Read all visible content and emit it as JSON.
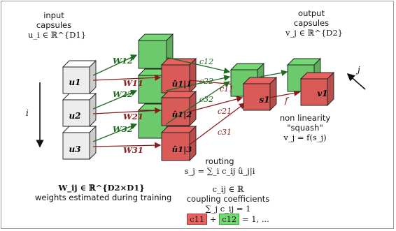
{
  "labels": {
    "input_capsules_1": "input",
    "input_capsules_2": "capsules",
    "input_formula": "u_i ∈ ℝ^{D1}",
    "output_capsules_1": "output",
    "output_capsules_2": "capsules",
    "output_formula": "v_j ∈ ℝ^{D2}",
    "axis_i": "i",
    "axis_j": "j",
    "routing_title": "routing",
    "routing_formula": "s_j = ∑_i c_ij û_j|i",
    "nonlin_1": "non linearity",
    "nonlin_2": "\"squash\"",
    "nonlin_formula": "v_j = f(s_j)",
    "weights_formula": "W_ij ∈ ℝ^{D2×D1}",
    "weights_text": "weights estimated during training",
    "coupling_formula": "c_ij ∈ ℝ",
    "coupling_text": "coupling coefficients",
    "coupling_sum": "∑_j c_ij = 1",
    "coupling_c11": "c11",
    "coupling_plus": "+",
    "coupling_c12": "c12",
    "coupling_tail": "= 1, ..."
  },
  "nodes": {
    "u1": "u1",
    "u2": "u2",
    "u3": "u3",
    "uhat11": "û1|1",
    "uhat12": "û1|2",
    "uhat13": "û1|3",
    "s1": "s1",
    "v1": "v1"
  },
  "edges": {
    "W12": "W12",
    "W11": "W11",
    "W22": "W22",
    "W21": "W21",
    "W32": "W32",
    "W31": "W31",
    "c12": "c12",
    "c22": "c22",
    "c11": "c11",
    "c32": "c32",
    "c21": "c21",
    "c31": "c31",
    "f": "f"
  },
  "colors": {
    "red": "#e8625f",
    "green": "#74d874",
    "white_cube": "#ffffff",
    "red_arrow": "#8b1a1a",
    "green_arrow": "#1f6b1f"
  }
}
